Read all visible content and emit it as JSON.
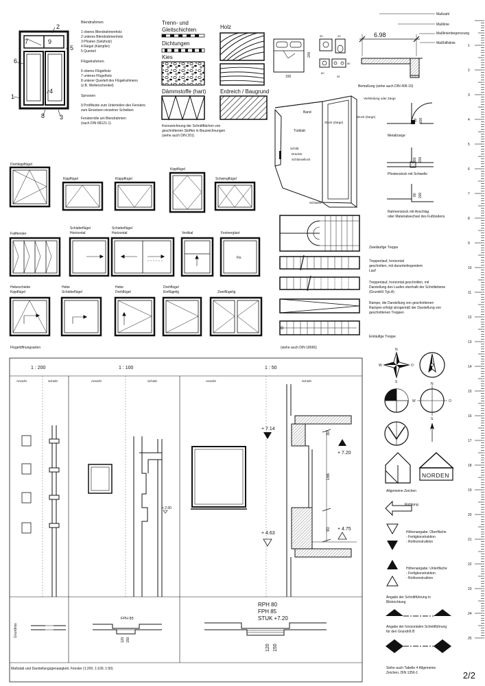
{
  "fenster": {
    "title": "Blendrahmen",
    "blend_items": [
      "1 oberes Blendrahmenholz",
      "2 unteres Blendrahmenholz",
      "3 Pfosten (Setzholz)",
      "4 Riegel (Kämpfer)",
      "5 Querteil"
    ],
    "fluegel_title": "Flügelrahmen",
    "fluegel_items": [
      "6 oberes Flügelholz",
      "7 unteres Flügelholz",
      "8 unterer Quertell des Flügelrahmens",
      "(z.B. Wetterschenkel)"
    ],
    "sprossen": "Sprossen",
    "profil_items": [
      "9 Profilleiste zum Unterteilen des Fensters",
      "zum Einsetzen einzelner Scheiben"
    ],
    "norm_items": [
      "Fensterrolle am Blendrahmen",
      "(nach DIN 68121-1)"
    ],
    "numbers": [
      "1",
      "2",
      "3",
      "4",
      "5",
      "6",
      "7",
      "8",
      "9"
    ]
  },
  "materials": {
    "trenn": [
      "Trenn- und",
      "Gleitschichten"
    ],
    "dichtungen": "Dichtungen",
    "kies": "Kies",
    "holz": "Holz",
    "daemm": "Dämmstoffe (hart)",
    "erdreich": "Erdreich / Baugrund",
    "caption": [
      "Kennzeichnung der Schnittflächen von",
      "geschnittenen Stoffen in Bauzeichnungen",
      "(siehe auch DIN 201)"
    ]
  },
  "sanitary": {
    "dims": [
      "200",
      "150",
      "55",
      "40",
      "60",
      "95",
      "80"
    ]
  },
  "bemassung": {
    "labels": [
      "Maßzahl",
      "Maßlinie",
      "Maßlinienbegrenzung",
      "Maßhilfslinie"
    ],
    "value": "6.98",
    "caption": "Bemaßung (siehe auch DIN 406-10)"
  },
  "tuer": {
    "labels": [
      "Band",
      "Türblatt",
      "Stock (Zarge)",
      "Schild",
      "Drücker",
      "Schlüsselloch",
      "Schwelle",
      "Verkleidung oder Zarge",
      "Stock (Zarge)"
    ],
    "sections": [
      "Metallzarge",
      "Pfostenstock mit Schwelle",
      "Rahmenstock mit Anschlag",
      "oder Materialwechsel des Fußbodens"
    ],
    "dims": [
      "80",
      "200"
    ]
  },
  "fluegel_arten": {
    "row1": [
      "Drehkippflügel",
      "Kippflügel",
      "Klappflügel",
      "Kippflügel",
      "Schwingflügel"
    ],
    "row2": [
      "Faltfenster",
      "Schiebeflügel",
      "Horizontal",
      "Schiebeflügel",
      "Horizontal",
      "Vertikal",
      "Festverglast"
    ],
    "fix": "Fix",
    "row3": [
      "Hebeschiebe",
      "Kippflügel",
      "Hebe",
      "Schiebeflügel",
      "Hebe",
      "Drehflügel",
      "Drehflügel",
      "Einflügelig",
      "Zweiflügelig"
    ],
    "caption": "Flügelöffnungsarten"
  },
  "treppen": {
    "items": [
      [
        "Zweiläufige Treppe"
      ],
      [
        "Treppenlauf, horizontal",
        "geschnitten, mit darunterliegendem",
        "Lauf"
      ],
      [
        "Treppenlauf, horizontal geschnitten, mit",
        "Darstellung des Laufes oberhalb der Schnittebene",
        "(Grundriß Typ A)"
      ],
      [
        "Rampe, die Darstellung von geschnittenen",
        "Rampen erfolgt sinngemäß der Darstellung von",
        "geschnittenen Treppen"
      ],
      [
        "Einläufige Treppe"
      ]
    ],
    "ref": "(siehe auch DIN 18065)"
  },
  "massstab": {
    "scales": [
      "1 : 200",
      "1 : 100",
      "1 : 50"
    ],
    "headers": [
      "Ansicht",
      "Schnitt",
      "Ansicht",
      "Schnitt",
      "Ansicht",
      "Schnitt"
    ],
    "levels": [
      "+ 7.14",
      "+ 7.20",
      "+ 2.00",
      "+ 4.63",
      "+ 4.75"
    ],
    "dims": [
      "30",
      "166",
      "90",
      "120",
      "150"
    ],
    "grundriss": "Grundriss",
    "fph": "FPH 85",
    "rph_block": [
      "RPH 80",
      "FPH 85",
      "STUK +7.20"
    ],
    "caption": "Maßstab und Darstellungsgenauigkeit, Fenster (1:200, 1:100, 1:50)"
  },
  "zeichen": {
    "north_letters": [
      "N",
      "S",
      "W",
      "O",
      "N",
      "S",
      "W",
      "O"
    ],
    "norden": "NORDEN",
    "allgemein": "Allgemeine Zeichen",
    "richtung": "Richtung",
    "oberflaeche": [
      "Höhenangabe: Oberfläche",
      "- Fertigkonstruktion",
      "- Rohkonstruktion"
    ],
    "unterflaeche": [
      "Höhenangabe: Unterfläche",
      "- Fertigkonstruktion",
      "- Rohkonstruktion"
    ],
    "schnitt": [
      "Angabe der Schnittführung in",
      "Blickrichtung"
    ],
    "horiz": [
      "Angabe der horizontalen Schnittführung",
      "für den Grundriß B"
    ],
    "ref": [
      "Siehe auch Tabelle 4 Allgemeine",
      "Zeichen, DIN 1356-1"
    ]
  },
  "ruler": {
    "numbers": [
      "1",
      "2",
      "3",
      "4",
      "5",
      "6",
      "7",
      "8",
      "9",
      "10",
      "11",
      "12",
      "13",
      "14",
      "15",
      "16",
      "17",
      "18",
      "19",
      "20",
      "21",
      "22",
      "23",
      "24",
      "25"
    ]
  },
  "page": {
    "number": "2/2"
  }
}
